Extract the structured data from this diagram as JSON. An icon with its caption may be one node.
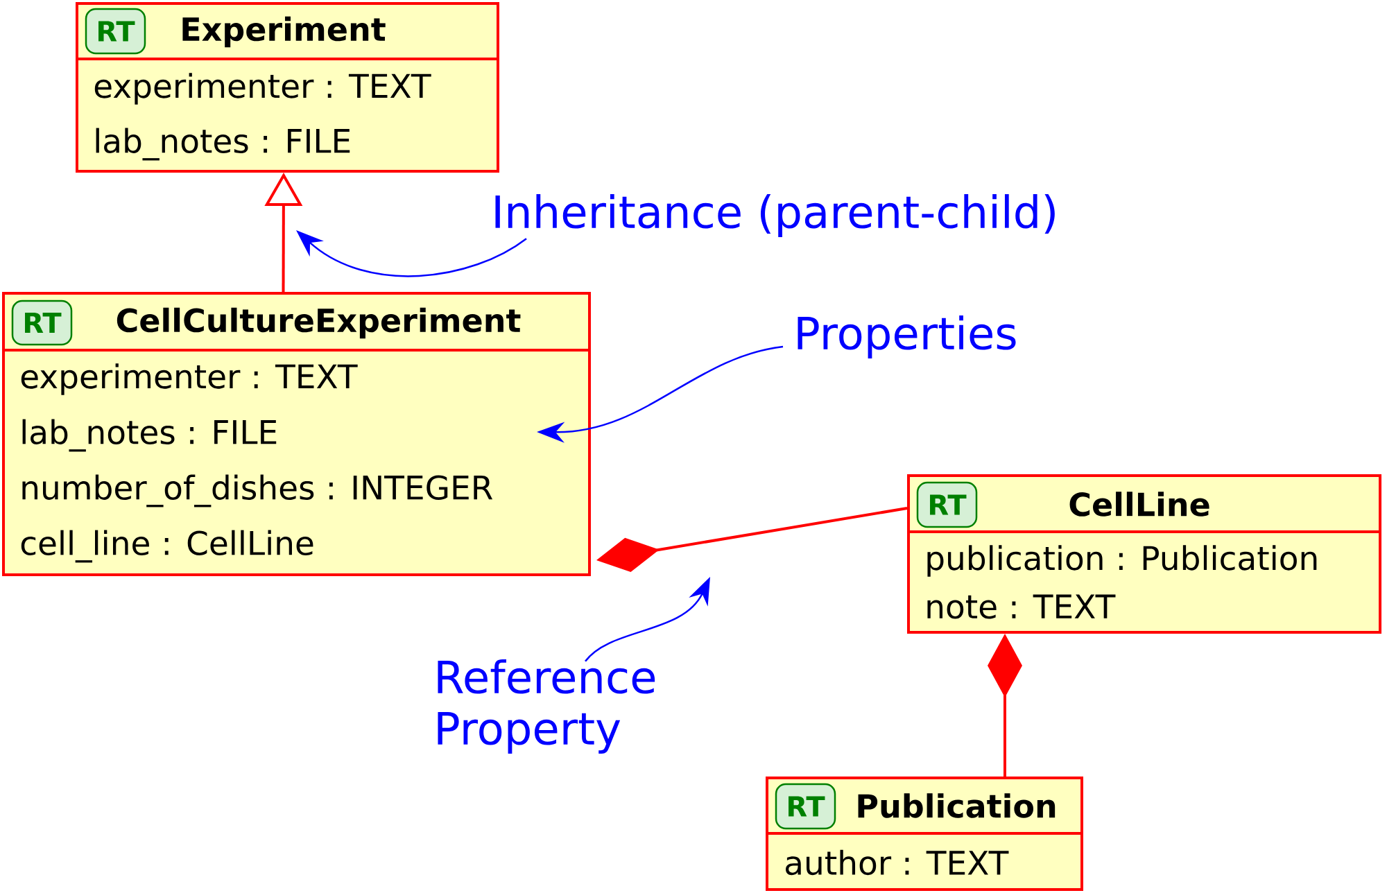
{
  "diagram": {
    "nodes": [
      {
        "text": [
          "Experiment",
          "experimenter : TEXT",
          "lab_notes : FILE"
        ]
      },
      {
        "text": [
          "RT"
        ],
        "in": 0
      },
      {
        "text": [
          "Inheritance (parent-child)"
        ]
      },
      {
        "text": [
          "CellCultureExperiment",
          "experimenter : TEXT",
          "lab_notes : FILE",
          "number_of_dishes : INTEGER",
          "cell_line : CellLine"
        ]
      },
      {
        "text": [
          "RT"
        ],
        "in": 3
      },
      {
        "text": [
          "Properties"
        ]
      },
      {
        "text": [
          "CellLine",
          "publication : Publication",
          "note : TEXT"
        ]
      },
      {
        "text": [
          "RT"
        ],
        "in": 6
      },
      {
        "text": [
          "Reference Property"
        ]
      },
      {
        "text": [
          "Publication",
          "author : TEXT"
        ]
      },
      {
        "text": [
          "RT"
        ],
        "in": 9
      }
    ],
    "edges": [
      {
        "from": 3,
        "to": 0,
        "arrow": "to",
        "color": "#ff0000"
      },
      {
        "from": 2,
        "to": null,
        "arrow": "to",
        "color": "#0000ff"
      },
      {
        "from": 5,
        "to": null,
        "arrow": "to",
        "color": "#0000ff"
      },
      {
        "from": 3,
        "to": 6,
        "arrow": "other",
        "color": "#ff0000"
      },
      {
        "from": 8,
        "to": null,
        "arrow": "to",
        "color": "#0000ff"
      },
      {
        "from": 6,
        "to": 9,
        "arrow": "other",
        "color": "#ff0000"
      }
    ]
  }
}
